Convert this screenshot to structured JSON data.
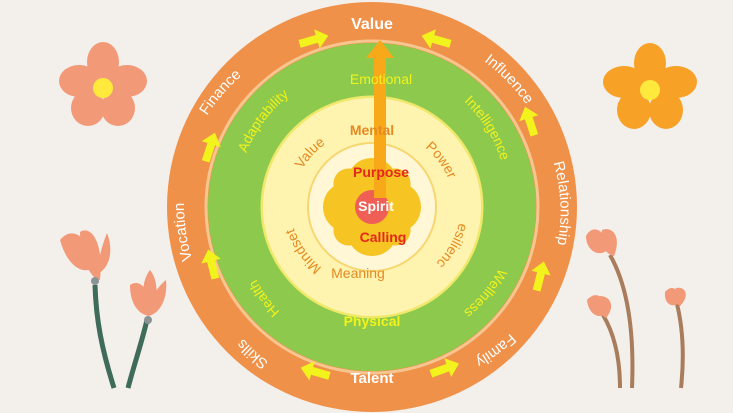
{
  "colors": {
    "background": "#f3efeb",
    "outer_ring": "#f0914a",
    "outer_ring_edge": "#f7c58f",
    "green_ring": "#8cc94d",
    "green_ring_edge": "#f0e86a",
    "cream_ring": "#fff3b0",
    "center_disc": "#fff7d6",
    "petal": "#f6c423",
    "spirit_dot": "#ef5f55",
    "arrow_yellow": "#f2f21c",
    "center_arrow": "#f7a91a",
    "white_text": "#ffffff",
    "green_text": "#f2f21c",
    "orange_text": "#e58a22",
    "red_text": "#e5281d",
    "flower_salmon": "#f29a78",
    "flower_orange": "#f7a226",
    "flower_center": "#ffe93d",
    "stem_teal": "#3f6b5a",
    "stem_brown": "#a97c5c"
  },
  "outer_ring": {
    "top": "Value",
    "bottom": "Talent",
    "labels": [
      "Finance",
      "Influence",
      "Vocation",
      "Relationship",
      "Skills",
      "Family"
    ]
  },
  "green_ring": {
    "top": "Emotional",
    "bottom": "Physical",
    "labels": [
      "Adaptability",
      "Intelligence",
      "Health",
      "Wellness"
    ]
  },
  "cream_ring": {
    "top": "Mental",
    "bottom": "Meaning",
    "labels": [
      "Value",
      "Power",
      "Mindset",
      "Resilience"
    ]
  },
  "center": {
    "top": "Purpose",
    "middle": "Spirit",
    "bottom": "Calling"
  }
}
